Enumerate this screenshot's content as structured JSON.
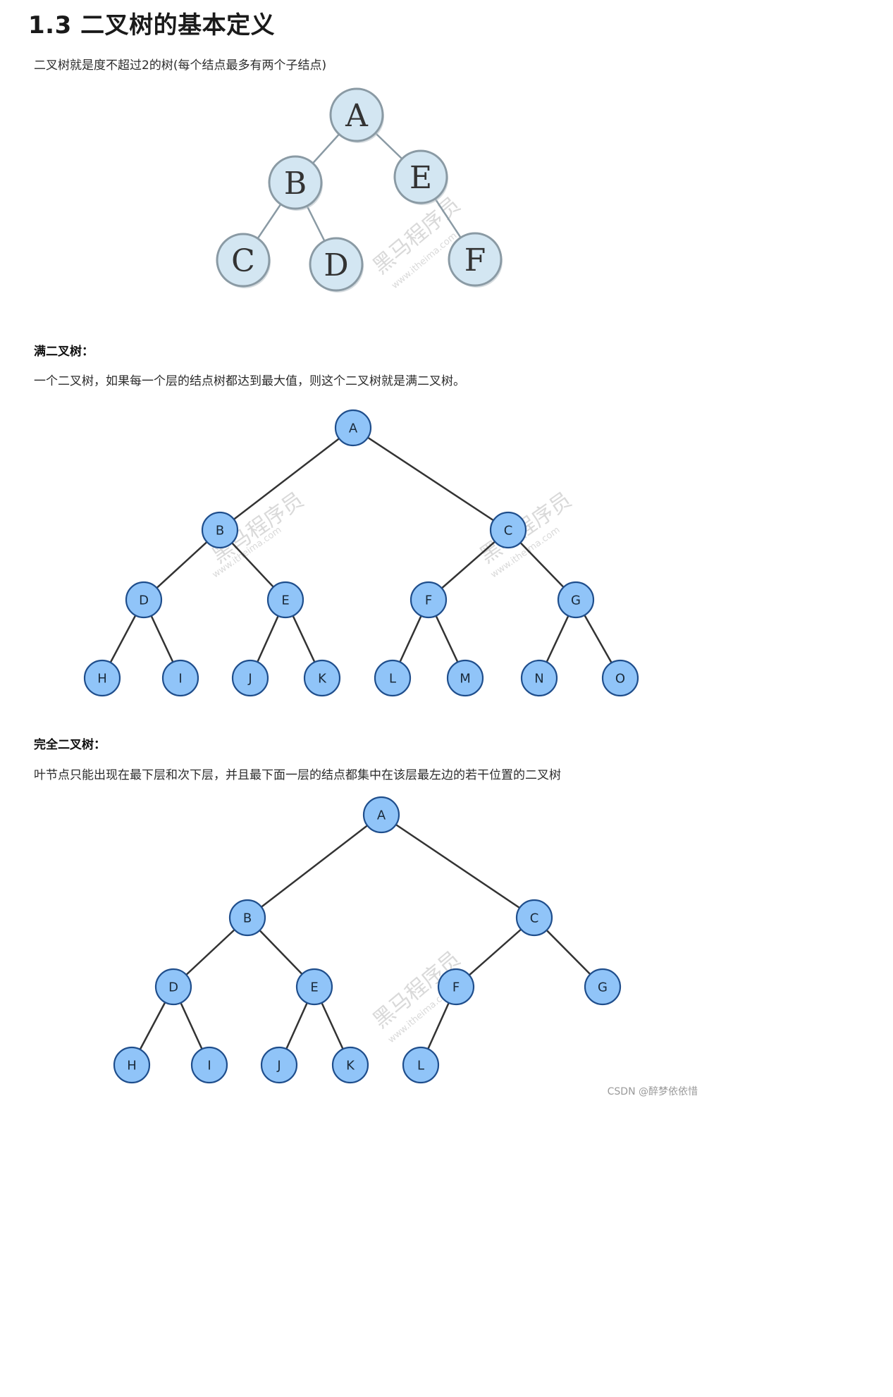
{
  "heading": "1.3 二叉树的基本定义",
  "intro": "二叉树就是度不超过2的树(每个结点最多有两个子结点)",
  "full": {
    "title": "满二叉树：",
    "desc": "一个二叉树，如果每一个层的结点树都达到最大值，则这个二叉树就是满二叉树。"
  },
  "complete": {
    "title": "完全二叉树：",
    "desc": "叶节点只能出现在最下层和次下层，并且最下面一层的结点都集中在该层最左边的若干位置的二叉树"
  },
  "watermark": {
    "brand": "黑马程序员",
    "url": "www.itheima.com"
  },
  "footer": "CSDN @醉梦依依惜",
  "colors": {
    "tree1_fill": "#d3e6f2",
    "tree1_stroke": "#8a9aa4",
    "tree_fill": "#90c4f8",
    "tree_stroke": "#1f4e8c",
    "edge": "#333333"
  },
  "tree1": {
    "nodes": [
      "A",
      "B",
      "E",
      "C",
      "D",
      "F"
    ],
    "edges": [
      [
        "A",
        "B"
      ],
      [
        "A",
        "E"
      ],
      [
        "B",
        "C"
      ],
      [
        "B",
        "D"
      ],
      [
        "E",
        "F"
      ]
    ]
  },
  "tree2": {
    "nodes": [
      "A",
      "B",
      "C",
      "D",
      "E",
      "F",
      "G",
      "H",
      "I",
      "J",
      "K",
      "L",
      "M",
      "N",
      "O"
    ],
    "edges": [
      [
        "A",
        "B"
      ],
      [
        "A",
        "C"
      ],
      [
        "B",
        "D"
      ],
      [
        "B",
        "E"
      ],
      [
        "C",
        "F"
      ],
      [
        "C",
        "G"
      ],
      [
        "D",
        "H"
      ],
      [
        "D",
        "I"
      ],
      [
        "E",
        "J"
      ],
      [
        "E",
        "K"
      ],
      [
        "F",
        "L"
      ],
      [
        "F",
        "M"
      ],
      [
        "G",
        "N"
      ],
      [
        "G",
        "O"
      ]
    ]
  },
  "tree3": {
    "nodes": [
      "A",
      "B",
      "C",
      "D",
      "E",
      "F",
      "G",
      "H",
      "I",
      "J",
      "K",
      "L"
    ],
    "edges": [
      [
        "A",
        "B"
      ],
      [
        "A",
        "C"
      ],
      [
        "B",
        "D"
      ],
      [
        "B",
        "E"
      ],
      [
        "C",
        "F"
      ],
      [
        "C",
        "G"
      ],
      [
        "D",
        "H"
      ],
      [
        "D",
        "I"
      ],
      [
        "E",
        "J"
      ],
      [
        "E",
        "K"
      ],
      [
        "F",
        "L"
      ]
    ]
  }
}
